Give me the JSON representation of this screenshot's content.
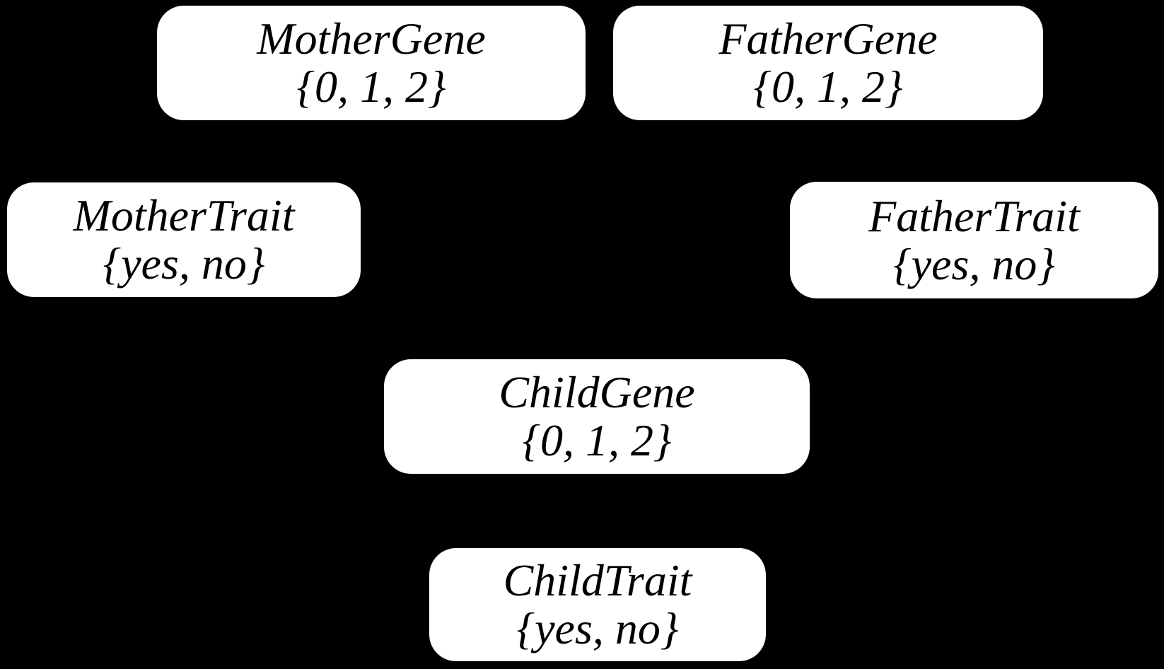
{
  "colors": {
    "background": "#000000",
    "node_fill": "#ffffff",
    "node_text": "#000000"
  },
  "nodes": [
    {
      "id": "mother-gene",
      "label": "MotherGene",
      "domain": "{0, 1, 2}"
    },
    {
      "id": "father-gene",
      "label": "FatherGene",
      "domain": "{0, 1, 2}"
    },
    {
      "id": "mother-trait",
      "label": "MotherTrait",
      "domain": "{yes, no}"
    },
    {
      "id": "father-trait",
      "label": "FatherTrait",
      "domain": "{yes, no}"
    },
    {
      "id": "child-gene",
      "label": "ChildGene",
      "domain": "{0, 1, 2}"
    },
    {
      "id": "child-trait",
      "label": "ChildTrait",
      "domain": "{yes, no}"
    }
  ]
}
